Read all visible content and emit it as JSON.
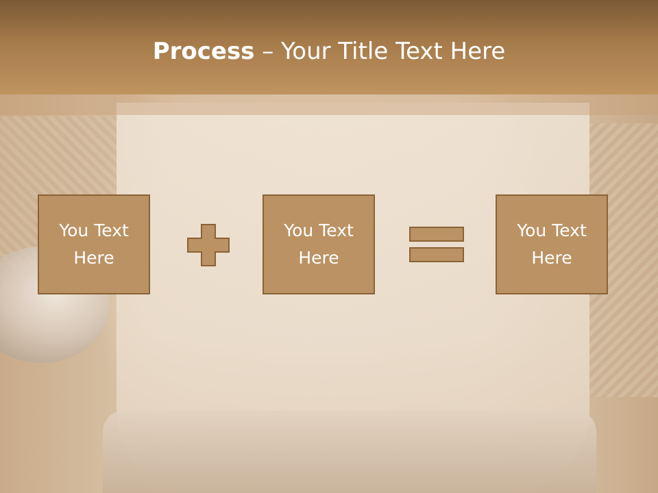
{
  "slide": {
    "title_bold": "Process",
    "title_rest": " – Your Title Text Here",
    "boxes": [
      {
        "line1": "You Text",
        "line2": "Here"
      },
      {
        "line1": "You Text",
        "line2": "Here"
      },
      {
        "line1": "You Text",
        "line2": "Here"
      }
    ],
    "operators": [
      "plus-icon",
      "equals-icon"
    ]
  },
  "colors": {
    "header": "#a67b4b",
    "box_fill": "#bb9263",
    "box_border": "#8a6237",
    "text": "#ffffff"
  }
}
